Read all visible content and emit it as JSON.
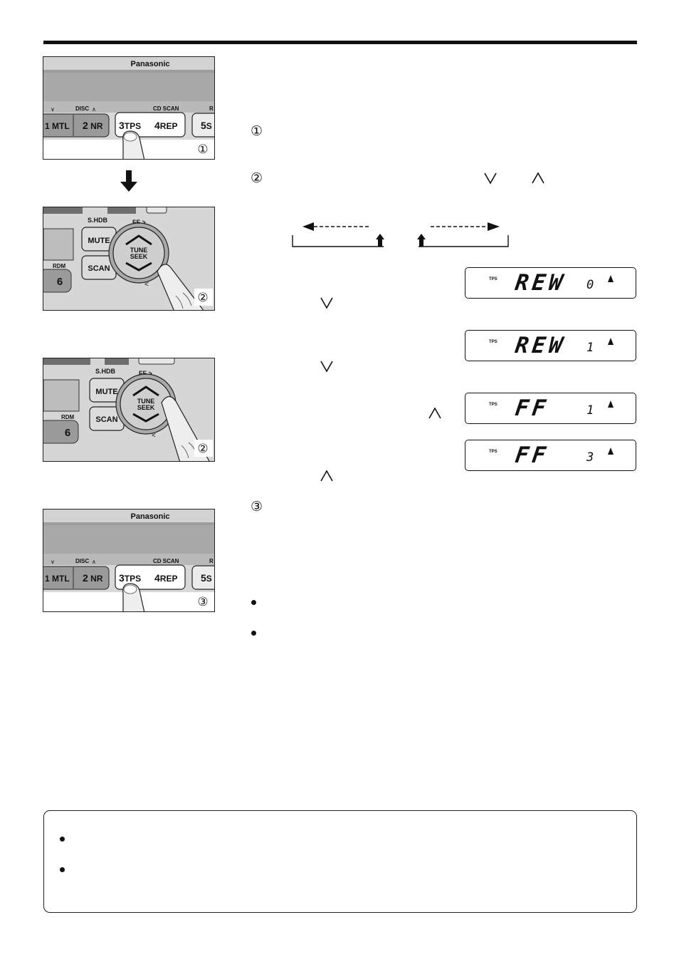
{
  "brand": "Panasonic",
  "panel_a": {
    "disc_label": "DISC",
    "cd_scan_label": "CD SCAN",
    "buttons": [
      {
        "num": "1",
        "label": "MTL"
      },
      {
        "num": "2",
        "label": "NR"
      },
      {
        "num": "3",
        "label": "TPS"
      },
      {
        "num": "4",
        "label": "REP"
      },
      {
        "num": "5",
        "label": "S"
      }
    ],
    "rd_label": "R",
    "step_marker": "①"
  },
  "panel_b": {
    "shdb_label": "S.HDB",
    "ff_label": "FF",
    "mute_label": "MUTE",
    "scan_label": "SCAN",
    "rdm_label": "RDM",
    "six_label": "6",
    "tune_label": "TUNE",
    "seek_label": "SEEK",
    "step_marker": "②"
  },
  "panel_c": {
    "step_marker": "③"
  },
  "steps": [
    "①",
    "②",
    "③"
  ],
  "glyphs": {
    "down": "∨",
    "up": "∧"
  },
  "lcd_displays": [
    {
      "indicator": "TPS",
      "mode": "REW",
      "count": "0"
    },
    {
      "indicator": "TPS",
      "mode": "REW",
      "count": "1"
    },
    {
      "indicator": "TPS",
      "mode": "FF",
      "count": "1"
    },
    {
      "indicator": "TPS",
      "mode": "FF",
      "count": "3"
    }
  ],
  "colors": {
    "ink": "#111111",
    "panel_gray": "#bdbdbd",
    "panel_dark": "#8e8e8e",
    "button_gray": "#9a9a9a"
  }
}
